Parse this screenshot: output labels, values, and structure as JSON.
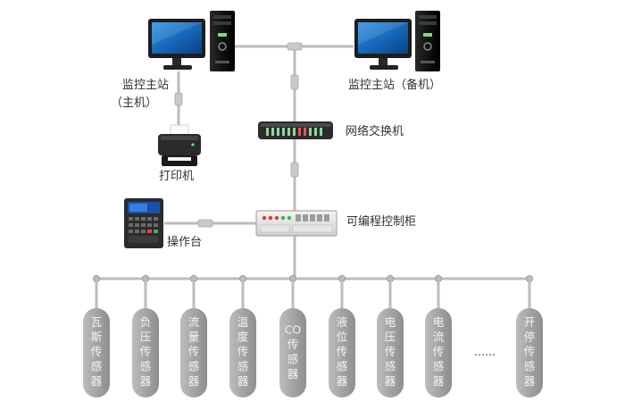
{
  "nodes": {
    "host_main": {
      "label": "监控主站",
      "sublabel": "（主机）"
    },
    "host_backup": {
      "label": "监控主站（备机）"
    },
    "switch": {
      "label": "网络交换机"
    },
    "printer": {
      "label": "打印机"
    },
    "plc": {
      "label": "可编程控制柜"
    },
    "console": {
      "label": "操作台"
    }
  },
  "sensors": [
    {
      "label": [
        "瓦",
        "斯",
        "传",
        "感",
        "器"
      ]
    },
    {
      "label": [
        "负",
        "压",
        "传",
        "感",
        "器"
      ]
    },
    {
      "label": [
        "流",
        "量",
        "传",
        "感",
        "器"
      ]
    },
    {
      "label": [
        "温",
        "度",
        "传",
        "感",
        "器"
      ]
    },
    {
      "label": [
        "CO",
        "传",
        "感",
        "器"
      ]
    },
    {
      "label": [
        "液",
        "位",
        "传",
        "感",
        "器"
      ]
    },
    {
      "label": [
        "电",
        "压",
        "传",
        "感",
        "器"
      ]
    },
    {
      "label": [
        "电",
        "流",
        "传",
        "感",
        "器"
      ]
    },
    {
      "label": [
        "开",
        "停",
        "传",
        "感",
        "器"
      ]
    }
  ],
  "ellipsis": "……",
  "colors": {
    "line": "#b8b8b8",
    "sensor_fill": "#a9a9a9",
    "label": "#333333"
  }
}
